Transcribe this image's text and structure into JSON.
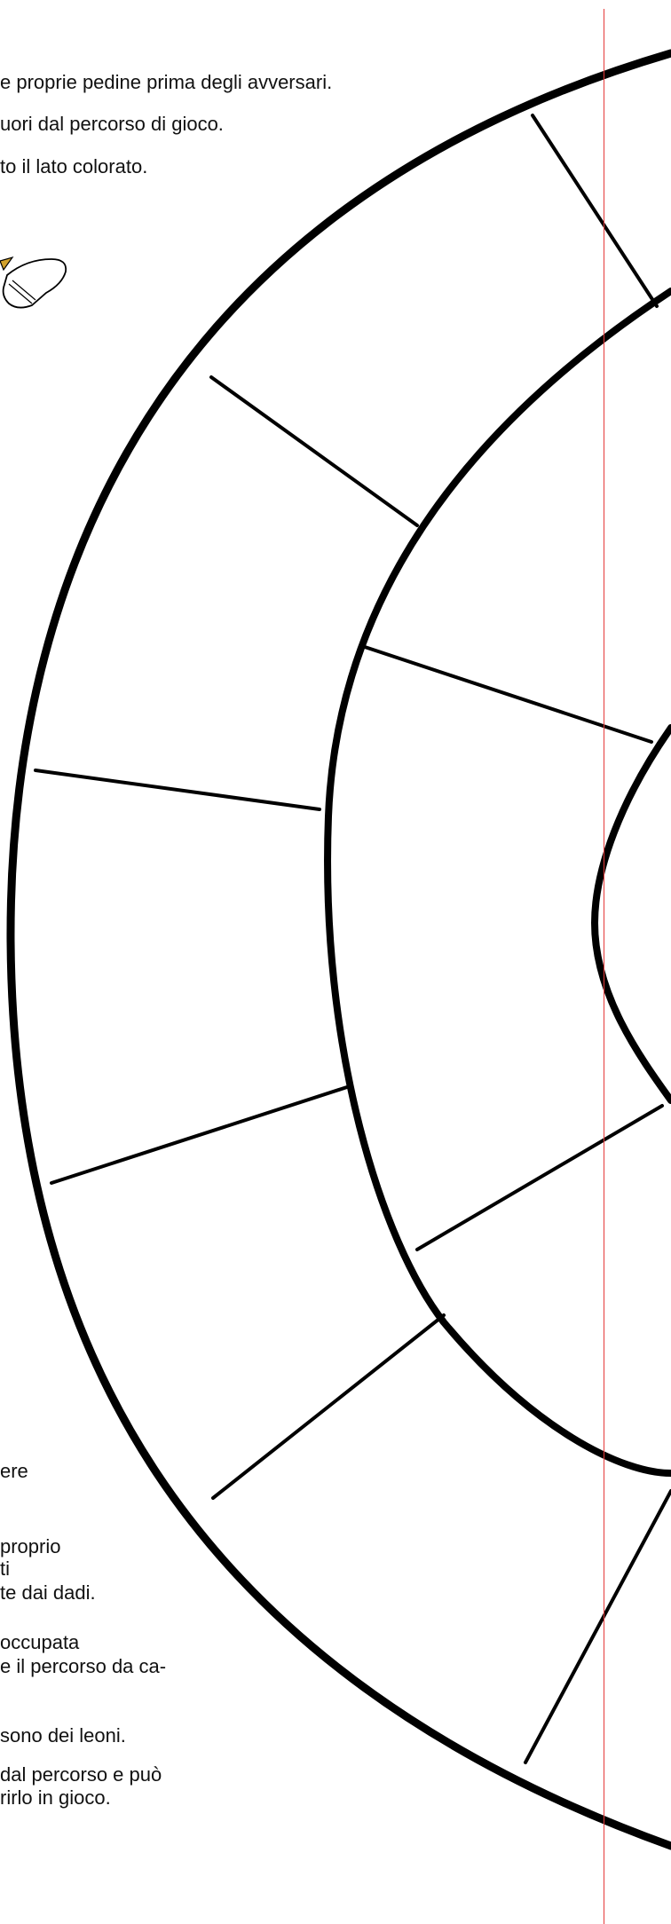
{
  "rules_top": [
    "e proprie pedine prima degli avversari.",
    "uori dal percorso di gioco.",
    "to il lato colorato."
  ],
  "rules_bottom": [
    "ere",
    "proprio",
    "ti",
    "te dai dadi.",
    "occupata",
    "e il percorso da ca-",
    "sono dei leoni.",
    " dal percorso e può",
    "rirlo in gioco."
  ],
  "colors": {
    "board_line": "#000000",
    "guide_line": "#e53a3a",
    "piece_fill": "#ffffff",
    "piece_accent": "#d2a12b"
  },
  "icons": [
    "game-piece-icon"
  ]
}
